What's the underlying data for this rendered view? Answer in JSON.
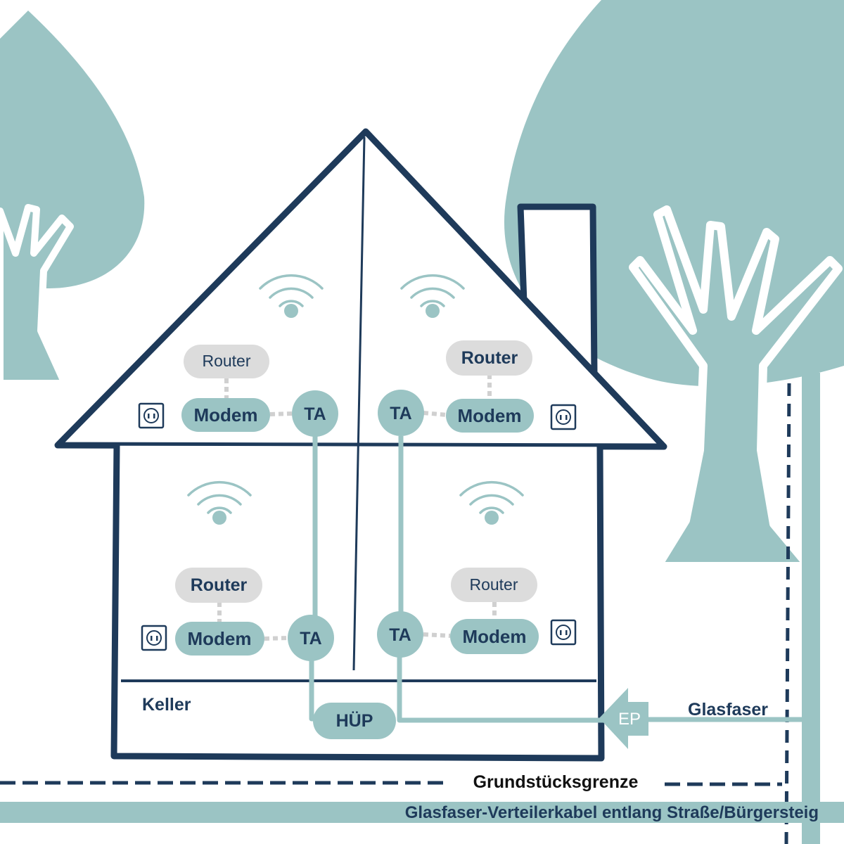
{
  "colors": {
    "teal": "#9bc4c4",
    "navy": "#1e3a5a",
    "gray": "#dcdcdc",
    "white": "#ffffff"
  },
  "icons": [
    "wifi-icon",
    "power-socket-icon",
    "tree-icon",
    "arrow-left-icon"
  ],
  "units": [
    {
      "router": "Router",
      "modem": "Modem",
      "ta": "TA"
    },
    {
      "router": "Router",
      "modem": "Modem",
      "ta": "TA"
    },
    {
      "router": "Router",
      "modem": "Modem",
      "ta": "TA"
    },
    {
      "router": "Router",
      "modem": "Modem",
      "ta": "TA"
    }
  ],
  "labels": {
    "keller": "Keller",
    "huep": "HÜP",
    "ep": "EP",
    "glasfaser": "Glasfaser",
    "grundstuecksgrenze": "Grundstücksgrenze",
    "verteilerkabel": "Glasfaser-Verteilerkabel entlang Straße/Bürgersteig"
  }
}
